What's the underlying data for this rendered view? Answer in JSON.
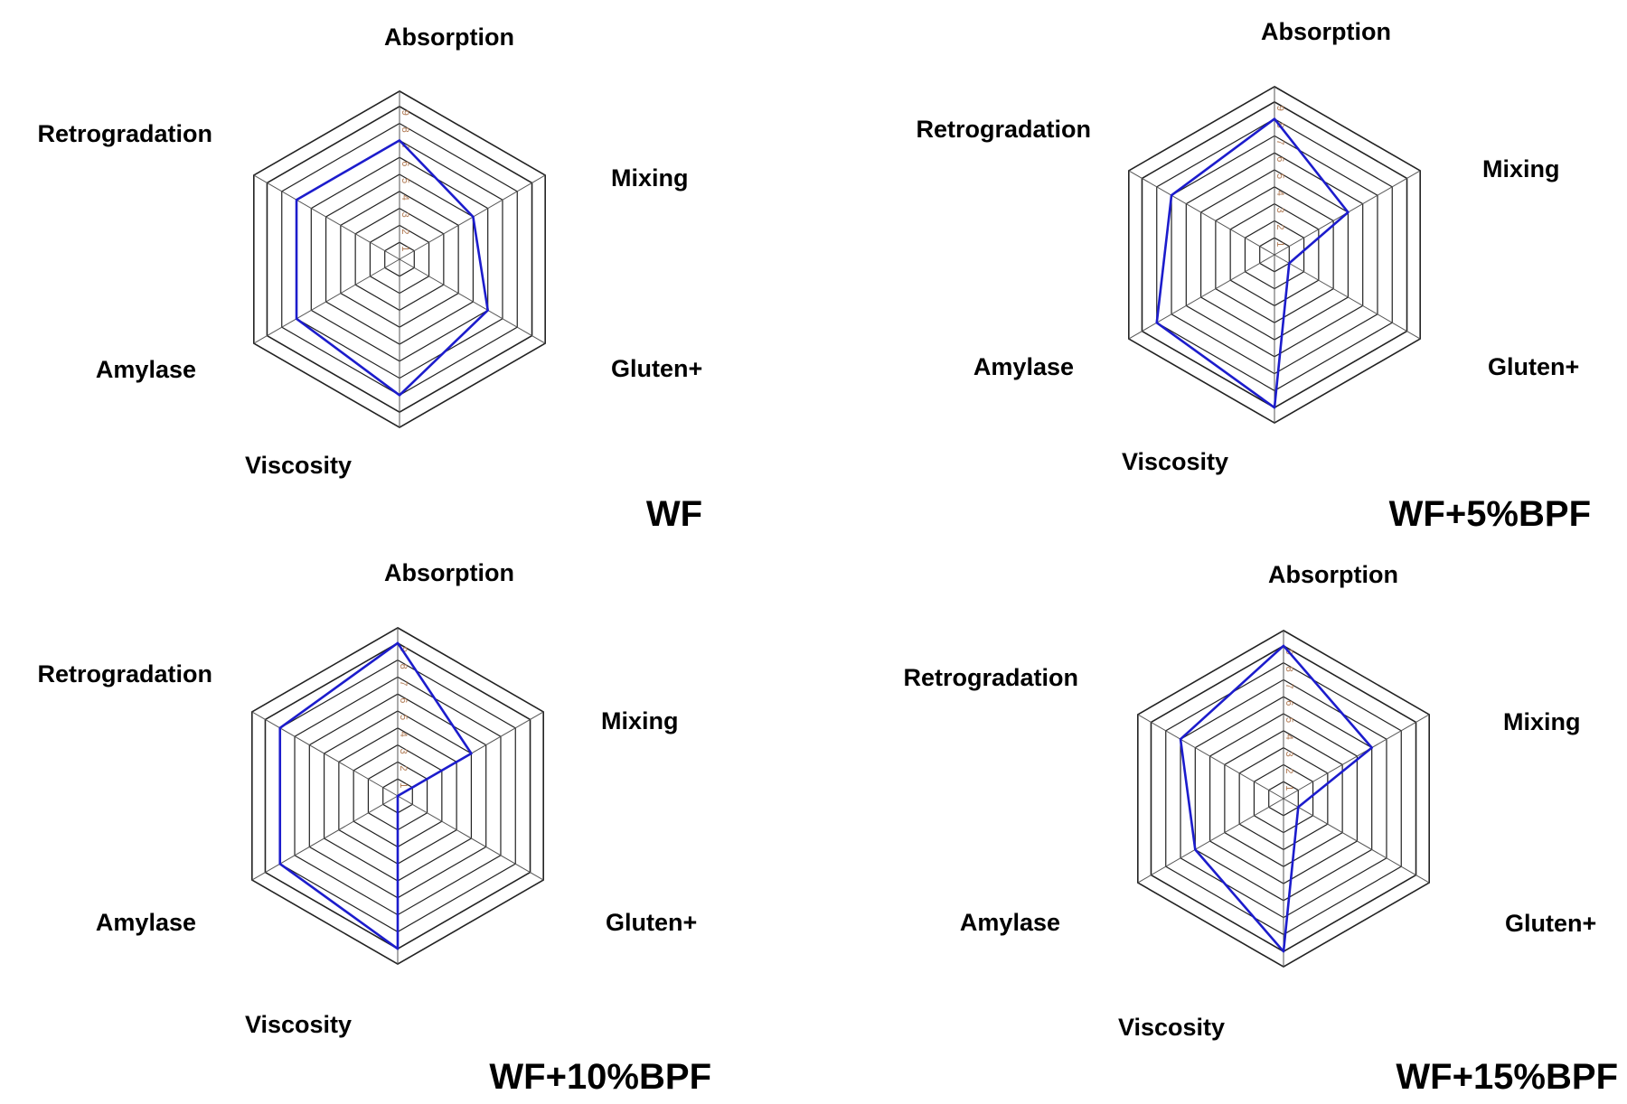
{
  "chart_data": [
    {
      "type": "radar",
      "title": "WF",
      "axes": [
        "Absorption",
        "Mixing",
        "Gluten+",
        "Viscosity",
        "Amylase",
        "Retrogradation"
      ],
      "rlim": [
        0,
        9
      ],
      "ticks": [
        "1",
        "2",
        "3",
        "4",
        "5",
        "6",
        "7",
        "8",
        "9"
      ],
      "series": [
        {
          "values": [
            7,
            5,
            6,
            8,
            7,
            7
          ],
          "color": "#1c1ccc"
        }
      ]
    },
    {
      "type": "radar",
      "title": "WF+5%BPF",
      "axes": [
        "Absorption",
        "Mixing",
        "Gluten+",
        "Viscosity",
        "Amylase",
        "Retrogradation"
      ],
      "rlim": [
        0,
        9
      ],
      "ticks": [
        "1",
        "2",
        "3",
        "4",
        "5",
        "6",
        "7",
        "8",
        "9"
      ],
      "series": [
        {
          "values": [
            8,
            5,
            1,
            9,
            8,
            7
          ],
          "color": "#1c1ccc"
        }
      ]
    },
    {
      "type": "radar",
      "title": "WF+10%BPF",
      "axes": [
        "Absorption",
        "Mixing",
        "Gluten+",
        "Viscosity",
        "Amylase",
        "Retrogradation"
      ],
      "rlim": [
        0,
        9
      ],
      "ticks": [
        "1",
        "2",
        "3",
        "4",
        "5",
        "6",
        "7",
        "8",
        "9"
      ],
      "series": [
        {
          "values": [
            9,
            5,
            0,
            9,
            8,
            8
          ],
          "color": "#1c1ccc"
        }
      ]
    },
    {
      "type": "radar",
      "title": "WF+15%BPF",
      "axes": [
        "Absorption",
        "Mixing",
        "Gluten+",
        "Viscosity",
        "Amylase",
        "Retrogradation"
      ],
      "rlim": [
        0,
        9
      ],
      "ticks": [
        "1",
        "2",
        "3",
        "4",
        "5",
        "6",
        "7",
        "8",
        "9"
      ],
      "series": [
        {
          "values": [
            9,
            6,
            1,
            9,
            6,
            7
          ],
          "color": "#1c1ccc"
        }
      ]
    }
  ]
}
